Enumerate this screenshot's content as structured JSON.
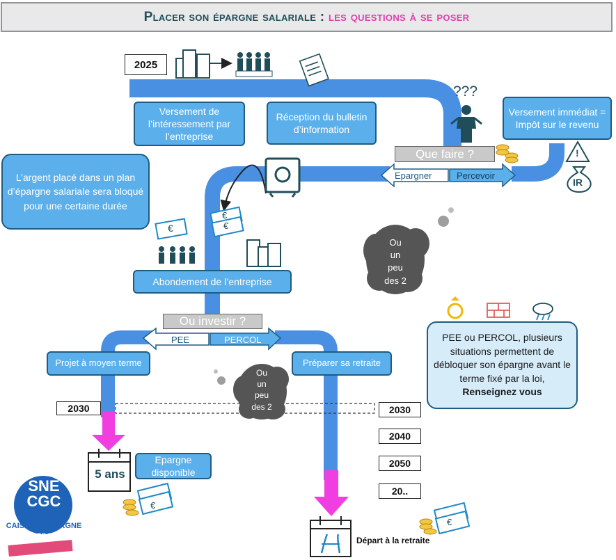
{
  "title": {
    "part1": "Placer son épargne salariale : ",
    "part2": "les questions à se poser"
  },
  "years": {
    "start": "2025",
    "mid_left": "2030",
    "mid_right": "2030",
    "y2040": "2040",
    "y2050": "2050",
    "y20xx": "20.."
  },
  "steps": {
    "interessement": "Versement de l’intéressement par l’entreprise",
    "reception": "Réception du bulletin d’information",
    "versement_immediat": "Versement immédiat = Impôt sur le revenu",
    "abondement": "Abondement de l’entreprise",
    "projet": "Projet à moyen terme",
    "retraite": "Préparer sa retraite",
    "epargne_dispo": "Epargne disponible",
    "depart": "Départ à la retraite"
  },
  "questions": {
    "que_faire": "Que faire ?",
    "ou_investir": "Ou investir ?"
  },
  "choices": {
    "epargner": "Epargner",
    "percevoir": "Percevoir",
    "pee": "PEE",
    "percol": "PERCOL"
  },
  "clouds": {
    "line1": "Ou",
    "line2": "un",
    "line3": "peu",
    "line4": "des 2"
  },
  "notes": {
    "bloque": "L’argent placé dans un plan d’épargne salariale sera bloqué pour une certaine durée",
    "deblocage": "PEE ou PERCOL, plusieurs situations permettent de débloquer son épargne avant le terme fixé par la loi,",
    "renseignez": "Renseignez vous"
  },
  "calendar": {
    "duration": "5 ans"
  },
  "badges": {
    "ir": "IR",
    "euro": "€",
    "alert": "!",
    "questions": "???"
  },
  "logo": {
    "line1": "SNE",
    "line2": "CGC",
    "line3": "CAISSE D’ÉPARGNE",
    "line4": "HAUTS-DE-FRANCE"
  },
  "colors": {
    "pipe": "#4a90e2",
    "pink_arrow": "#f03ee0",
    "title_accent": "#e040b0",
    "box_fill": "#5bb0ec",
    "box_border": "#1e5c82"
  }
}
